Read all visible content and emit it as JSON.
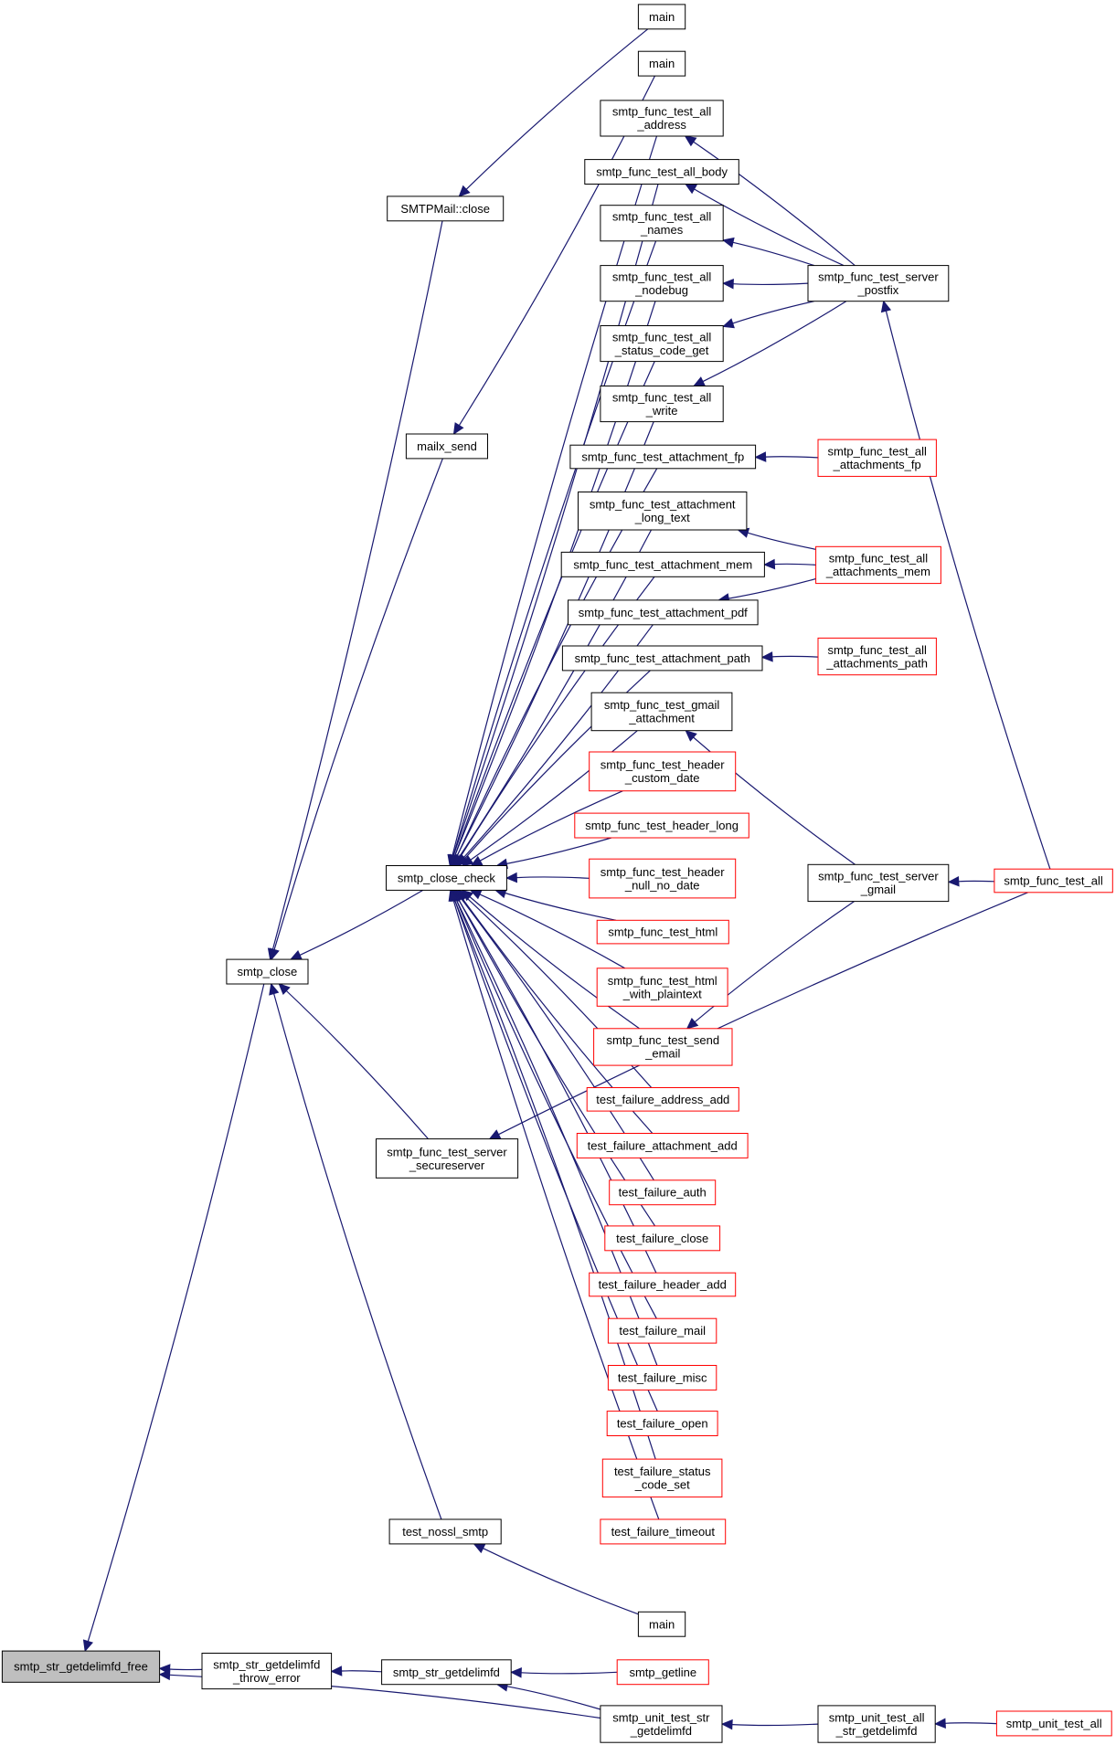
{
  "colors": {
    "edge": "#191970",
    "box_border": "#000000",
    "box_border_truncated": "#ff0000",
    "root_fill": "#bfbfbf",
    "node_fill": "#ffffff"
  },
  "nodes": [
    {
      "id": "root",
      "lines": [
        "smtp_str_getdelimfd_free"
      ],
      "kind": "root"
    },
    {
      "id": "throw_error",
      "lines": [
        "smtp_str_getdelimfd",
        "_throw_error"
      ],
      "kind": "normal"
    },
    {
      "id": "getdelimfd",
      "lines": [
        "smtp_str_getdelimfd"
      ],
      "kind": "normal"
    },
    {
      "id": "getline",
      "lines": [
        "smtp_getline"
      ],
      "kind": "truncated"
    },
    {
      "id": "unit_test_str",
      "lines": [
        "smtp_unit_test_str",
        "_getdelimfd"
      ],
      "kind": "normal"
    },
    {
      "id": "unit_test_all_str",
      "lines": [
        "smtp_unit_test_all",
        "_str_getdelimfd"
      ],
      "kind": "normal"
    },
    {
      "id": "unit_test_all",
      "lines": [
        "smtp_unit_test_all"
      ],
      "kind": "truncated"
    },
    {
      "id": "smtp_close",
      "lines": [
        "smtp_close"
      ],
      "kind": "normal"
    },
    {
      "id": "smtpmail_close",
      "lines": [
        "SMTPMail::close"
      ],
      "kind": "normal"
    },
    {
      "id": "main1",
      "lines": [
        "main"
      ],
      "kind": "normal"
    },
    {
      "id": "main2",
      "lines": [
        "main"
      ],
      "kind": "normal"
    },
    {
      "id": "mailx_send",
      "lines": [
        "mailx_send"
      ],
      "kind": "normal"
    },
    {
      "id": "close_check",
      "lines": [
        "smtp_close_check"
      ],
      "kind": "normal"
    },
    {
      "id": "secureserver",
      "lines": [
        "smtp_func_test_server",
        "_secureserver"
      ],
      "kind": "normal"
    },
    {
      "id": "nossl",
      "lines": [
        "test_nossl_smtp"
      ],
      "kind": "normal"
    },
    {
      "id": "main3",
      "lines": [
        "main"
      ],
      "kind": "normal"
    },
    {
      "id": "all_address",
      "lines": [
        "smtp_func_test_all",
        "_address"
      ],
      "kind": "normal"
    },
    {
      "id": "all_body",
      "lines": [
        "smtp_func_test_all_body"
      ],
      "kind": "normal"
    },
    {
      "id": "all_names",
      "lines": [
        "smtp_func_test_all",
        "_names"
      ],
      "kind": "normal"
    },
    {
      "id": "all_nodebug",
      "lines": [
        "smtp_func_test_all",
        "_nodebug"
      ],
      "kind": "normal"
    },
    {
      "id": "all_status",
      "lines": [
        "smtp_func_test_all",
        "_status_code_get"
      ],
      "kind": "normal"
    },
    {
      "id": "all_write",
      "lines": [
        "smtp_func_test_all",
        "_write"
      ],
      "kind": "normal"
    },
    {
      "id": "att_fp",
      "lines": [
        "smtp_func_test_attachment_fp"
      ],
      "kind": "normal"
    },
    {
      "id": "att_long",
      "lines": [
        "smtp_func_test_attachment",
        "_long_text"
      ],
      "kind": "normal"
    },
    {
      "id": "att_mem",
      "lines": [
        "smtp_func_test_attachment_mem"
      ],
      "kind": "normal"
    },
    {
      "id": "att_pdf",
      "lines": [
        "smtp_func_test_attachment_pdf"
      ],
      "kind": "normal"
    },
    {
      "id": "att_path",
      "lines": [
        "smtp_func_test_attachment_path"
      ],
      "kind": "normal"
    },
    {
      "id": "gmail_att",
      "lines": [
        "smtp_func_test_gmail",
        "_attachment"
      ],
      "kind": "normal"
    },
    {
      "id": "hdr_custom",
      "lines": [
        "smtp_func_test_header",
        "_custom_date"
      ],
      "kind": "truncated"
    },
    {
      "id": "hdr_long",
      "lines": [
        "smtp_func_test_header_long"
      ],
      "kind": "truncated"
    },
    {
      "id": "hdr_null",
      "lines": [
        "smtp_func_test_header",
        "_null_no_date"
      ],
      "kind": "truncated"
    },
    {
      "id": "html",
      "lines": [
        "smtp_func_test_html"
      ],
      "kind": "truncated"
    },
    {
      "id": "html_plain",
      "lines": [
        "smtp_func_test_html",
        "_with_plaintext"
      ],
      "kind": "truncated"
    },
    {
      "id": "send_email",
      "lines": [
        "smtp_func_test_send",
        "_email"
      ],
      "kind": "truncated"
    },
    {
      "id": "fail_addr",
      "lines": [
        "test_failure_address_add"
      ],
      "kind": "truncated"
    },
    {
      "id": "fail_att",
      "lines": [
        "test_failure_attachment_add"
      ],
      "kind": "truncated"
    },
    {
      "id": "fail_auth",
      "lines": [
        "test_failure_auth"
      ],
      "kind": "truncated"
    },
    {
      "id": "fail_close",
      "lines": [
        "test_failure_close"
      ],
      "kind": "truncated"
    },
    {
      "id": "fail_hdr",
      "lines": [
        "test_failure_header_add"
      ],
      "kind": "truncated"
    },
    {
      "id": "fail_mail",
      "lines": [
        "test_failure_mail"
      ],
      "kind": "truncated"
    },
    {
      "id": "fail_misc",
      "lines": [
        "test_failure_misc"
      ],
      "kind": "truncated"
    },
    {
      "id": "fail_open",
      "lines": [
        "test_failure_open"
      ],
      "kind": "truncated"
    },
    {
      "id": "fail_status",
      "lines": [
        "test_failure_status",
        "_code_set"
      ],
      "kind": "truncated"
    },
    {
      "id": "fail_timeout",
      "lines": [
        "test_failure_timeout"
      ],
      "kind": "truncated"
    },
    {
      "id": "server_postfix",
      "lines": [
        "smtp_func_test_server",
        "_postfix"
      ],
      "kind": "normal"
    },
    {
      "id": "all_att_fp",
      "lines": [
        "smtp_func_test_all",
        "_attachments_fp"
      ],
      "kind": "truncated"
    },
    {
      "id": "all_att_mem",
      "lines": [
        "smtp_func_test_all",
        "_attachments_mem"
      ],
      "kind": "truncated"
    },
    {
      "id": "all_att_path",
      "lines": [
        "smtp_func_test_all",
        "_attachments_path"
      ],
      "kind": "truncated"
    },
    {
      "id": "server_gmail",
      "lines": [
        "smtp_func_test_server",
        "_gmail"
      ],
      "kind": "normal"
    },
    {
      "id": "test_all",
      "lines": [
        "smtp_func_test_all"
      ],
      "kind": "truncated"
    }
  ],
  "edges": [
    [
      "throw_error",
      "root"
    ],
    [
      "unit_test_str",
      "root"
    ],
    [
      "smtp_close",
      "root"
    ],
    [
      "getdelimfd",
      "throw_error"
    ],
    [
      "getline",
      "getdelimfd"
    ],
    [
      "unit_test_str",
      "getdelimfd"
    ],
    [
      "unit_test_all_str",
      "unit_test_str"
    ],
    [
      "unit_test_all",
      "unit_test_all_str"
    ],
    [
      "smtpmail_close",
      "smtp_close"
    ],
    [
      "mailx_send",
      "smtp_close"
    ],
    [
      "close_check",
      "smtp_close"
    ],
    [
      "secureserver",
      "smtp_close"
    ],
    [
      "nossl",
      "smtp_close"
    ],
    [
      "main1",
      "smtpmail_close"
    ],
    [
      "main2",
      "mailx_send"
    ],
    [
      "test_all",
      "secureserver"
    ],
    [
      "main3",
      "nossl"
    ],
    [
      "all_address",
      "close_check"
    ],
    [
      "all_body",
      "close_check"
    ],
    [
      "all_names",
      "close_check"
    ],
    [
      "all_nodebug",
      "close_check"
    ],
    [
      "all_status",
      "close_check"
    ],
    [
      "all_write",
      "close_check"
    ],
    [
      "att_fp",
      "close_check"
    ],
    [
      "att_long",
      "close_check"
    ],
    [
      "att_mem",
      "close_check"
    ],
    [
      "att_pdf",
      "close_check"
    ],
    [
      "att_path",
      "close_check"
    ],
    [
      "gmail_att",
      "close_check"
    ],
    [
      "hdr_custom",
      "close_check"
    ],
    [
      "hdr_long",
      "close_check"
    ],
    [
      "hdr_null",
      "close_check"
    ],
    [
      "html",
      "close_check"
    ],
    [
      "html_plain",
      "close_check"
    ],
    [
      "send_email",
      "close_check"
    ],
    [
      "fail_addr",
      "close_check"
    ],
    [
      "fail_att",
      "close_check"
    ],
    [
      "fail_auth",
      "close_check"
    ],
    [
      "fail_close",
      "close_check"
    ],
    [
      "fail_hdr",
      "close_check"
    ],
    [
      "fail_mail",
      "close_check"
    ],
    [
      "fail_misc",
      "close_check"
    ],
    [
      "fail_open",
      "close_check"
    ],
    [
      "fail_status",
      "close_check"
    ],
    [
      "fail_timeout",
      "close_check"
    ],
    [
      "server_postfix",
      "all_address"
    ],
    [
      "server_postfix",
      "all_body"
    ],
    [
      "server_postfix",
      "all_names"
    ],
    [
      "server_postfix",
      "all_nodebug"
    ],
    [
      "server_postfix",
      "all_status"
    ],
    [
      "server_postfix",
      "all_write"
    ],
    [
      "all_att_fp",
      "att_fp"
    ],
    [
      "all_att_mem",
      "att_long"
    ],
    [
      "all_att_mem",
      "att_mem"
    ],
    [
      "all_att_mem",
      "att_pdf"
    ],
    [
      "all_att_path",
      "att_path"
    ],
    [
      "server_gmail",
      "gmail_att"
    ],
    [
      "server_gmail",
      "send_email"
    ],
    [
      "test_all",
      "server_postfix"
    ],
    [
      "test_all",
      "server_gmail"
    ]
  ]
}
